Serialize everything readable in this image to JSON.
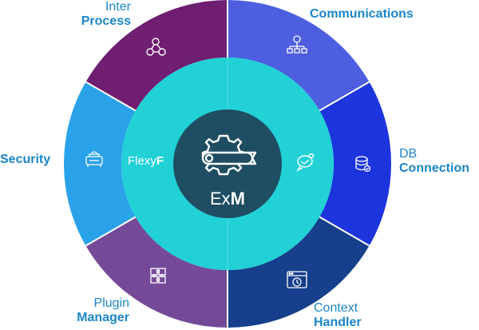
{
  "colors": {
    "process": "#6f1e72",
    "communications": "#4d5ee0",
    "db_connection": "#1c35dd",
    "context_handler": "#163f8c",
    "plugin_manager": "#744a98",
    "security": "#2aa2ea",
    "middle_ring": "#21d1d6",
    "center": "#1f4d62",
    "label_text": "#1b86c9"
  },
  "labels": {
    "inter_process": {
      "line1": "Inter",
      "line2": "Process"
    },
    "communications": {
      "line1": "Communications"
    },
    "security": {
      "line1": "Security"
    },
    "db_connection": {
      "line1": "DB",
      "line2": "Connection"
    },
    "plugin_manager": {
      "line1": "Plugin",
      "line2": "Manager"
    },
    "context_handler": {
      "line1": "Context",
      "line2": "Handler"
    }
  },
  "middle_ring": {
    "flexy_light": "Flexy",
    "flexy_bold": "F"
  },
  "center": {
    "exm_light": "Ex",
    "exm_bold": "M"
  },
  "icons": {
    "inter_process": "molecule-icon",
    "communications": "org-chart-icon",
    "security": "router-icon",
    "db_connection": "database-check-icon",
    "plugin_manager": "puzzle-icon",
    "context_handler": "browser-clock-icon",
    "chat": "chat-bubble-icon",
    "center": "gear-wrench-icon"
  }
}
